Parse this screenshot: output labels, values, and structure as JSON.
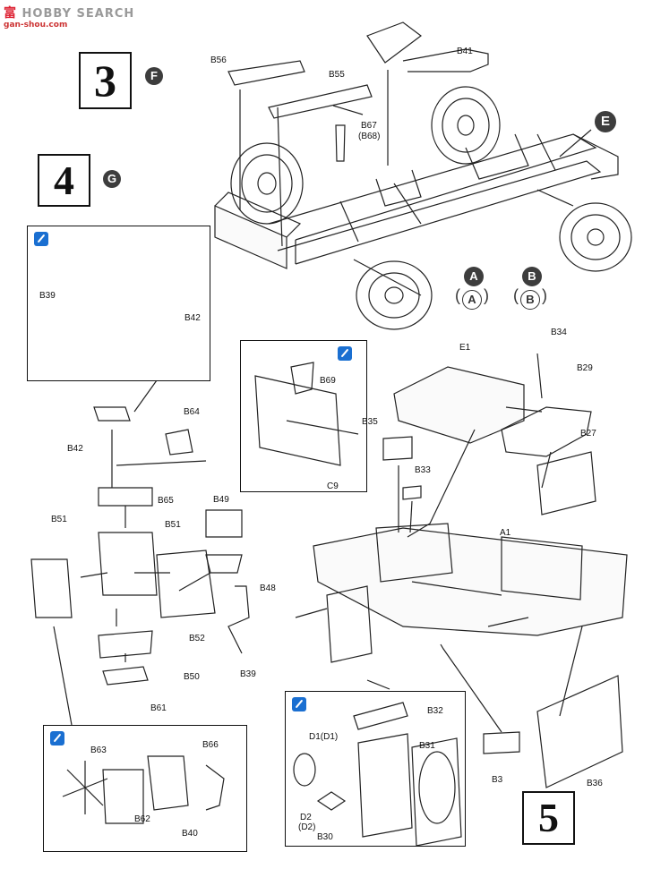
{
  "watermark": {
    "brand": "HOBBY SEARCH",
    "brand_prefix": "富",
    "url": "gan-shou.com"
  },
  "steps": {
    "three": "3",
    "four": "4",
    "five": "5"
  },
  "step_letters": {
    "f": "F",
    "g": "G",
    "e": "E"
  },
  "callouts": {
    "a": "A",
    "a_paren": "A",
    "b": "B",
    "b_paren": "B"
  },
  "parts": {
    "b56": "B56",
    "b55": "B55",
    "b41": "B41",
    "b67": "B67",
    "b68": "(B68)",
    "b39_inset": "B39",
    "b42_inset": "B42",
    "b42": "B42",
    "b64": "B64",
    "b65": "B65",
    "b51a": "B51",
    "b51b": "B51",
    "b49": "B49",
    "b48": "B48",
    "b52": "B52",
    "b50": "B50",
    "b39": "B39",
    "b61": "B61",
    "b63": "B63",
    "b66": "B66",
    "b62": "B62",
    "b40": "B40",
    "b69": "B69",
    "b35": "B35",
    "b33": "B33",
    "c9": "C9",
    "e1": "E1",
    "b34": "B34",
    "b29": "B29",
    "b27": "B27",
    "a1": "A1",
    "b32": "B32",
    "d1": "D1(D1)",
    "b31": "B31",
    "d2": "D2",
    "d2p": "(D2)",
    "b30": "B30",
    "b3": "B3",
    "b36": "B36"
  }
}
